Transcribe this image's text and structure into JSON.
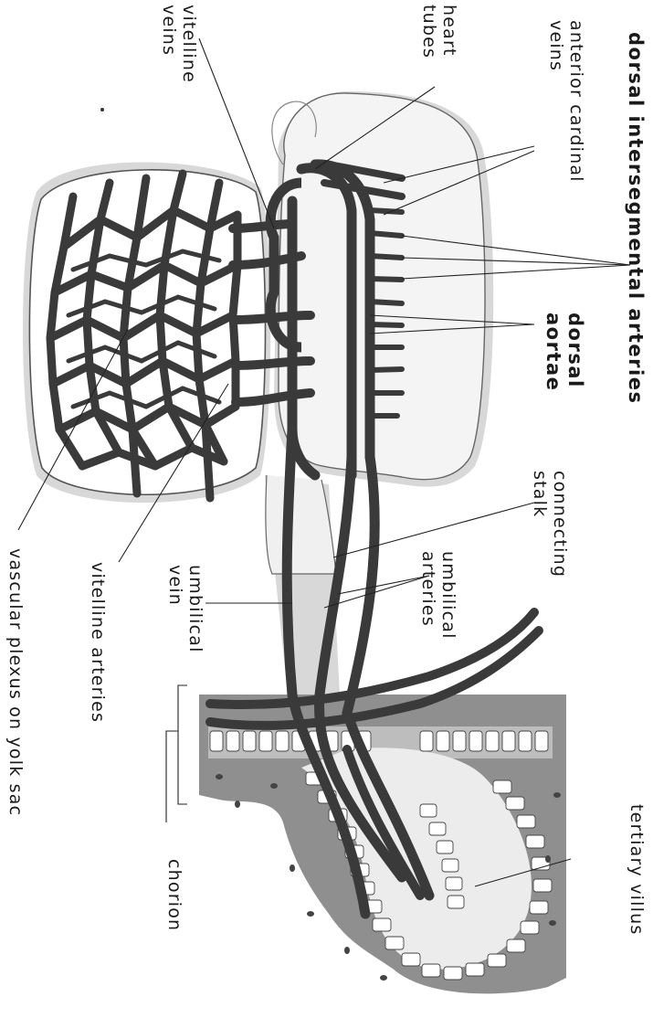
{
  "labels": {
    "dorsal_intersegmental_arteries": "dorsal intersegmental arteries",
    "anterior_cardinal_veins": "anterior cardinal\nveins",
    "heart_tubes": "heart\ntubes",
    "vitelline_veins": "vitelline\nveins",
    "dorsal_aortae": "dorsal\naortae",
    "connecting_stalk": "connecting\nstalk",
    "umbilical_arteries": "umbilical\narteries",
    "umbilical_vein": "umbilical\nvein",
    "vitelline_arteries": "vitelline arteries",
    "vascular_plexus": "vascular plexus on yolk sac",
    "chorion": "chorion",
    "tertiary_villus": "tertiary villus"
  },
  "colors": {
    "vessel": "#3a3a3a",
    "shadow": "#d2d2d2",
    "outline": "#555555",
    "chorion_tissue": "#9a9a9a",
    "cell_fill": "#ffffff"
  }
}
